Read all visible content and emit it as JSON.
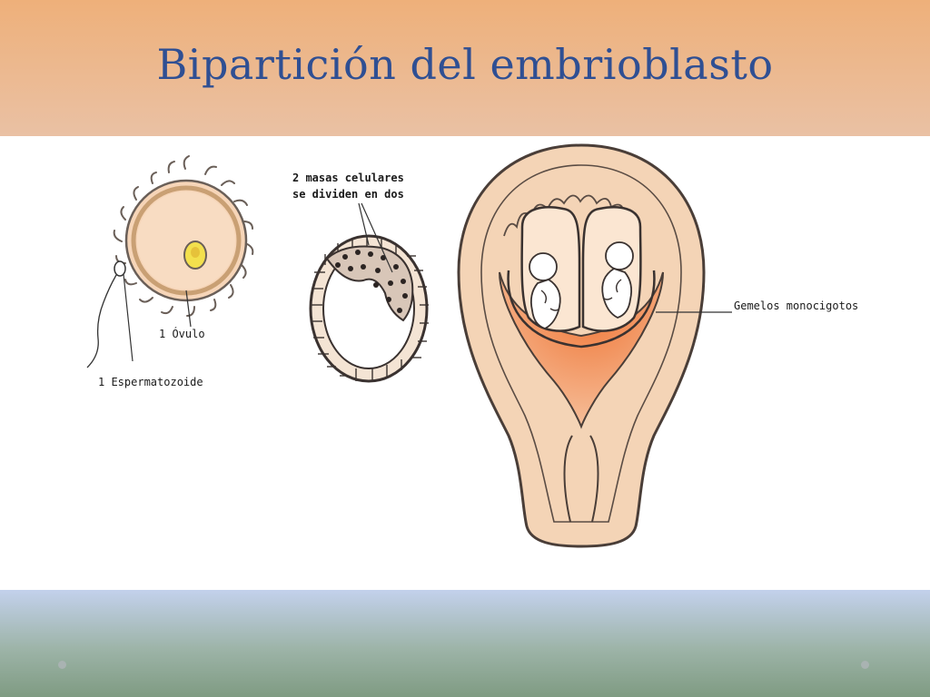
{
  "slide": {
    "title": "Bipartición del embrioblasto"
  },
  "labels": {
    "ovulo": "1 Óvulo",
    "espermatozoide": "1 Espermatozoide",
    "masas_line1": "2 masas celulares",
    "masas_line2": "se dividen en dos",
    "gemelos": "Gemelos monocigotos"
  },
  "colors": {
    "title": "#2f4f93",
    "tissue": "#f3cfb0",
    "accent": "#f08850"
  }
}
